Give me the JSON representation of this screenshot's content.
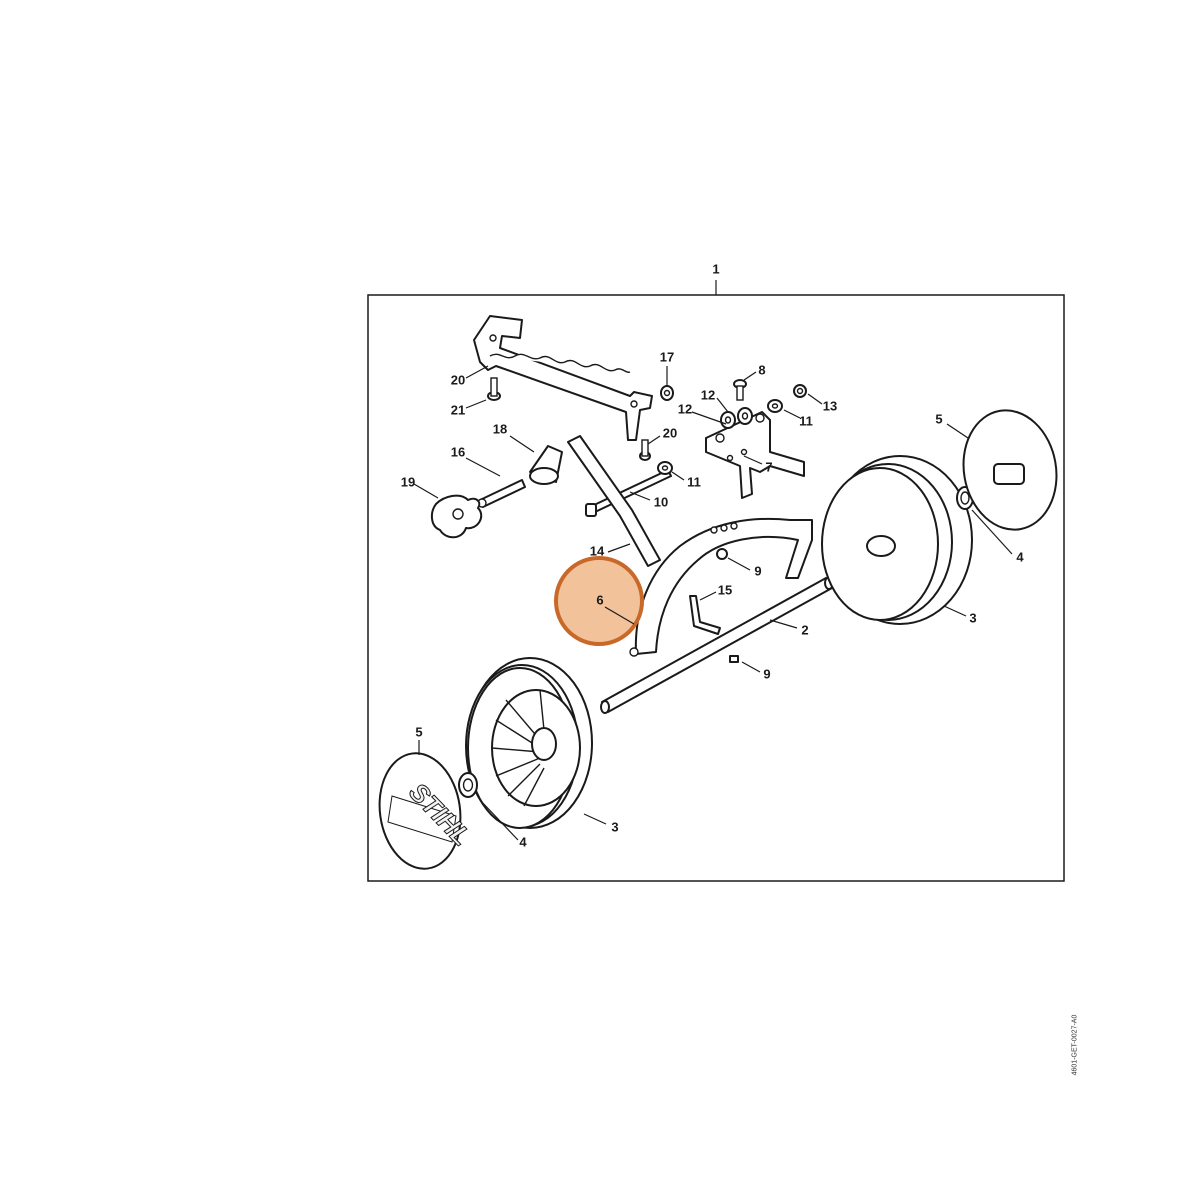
{
  "callouts": {
    "c1": "1",
    "c2": "2",
    "c3a": "3",
    "c3b": "3",
    "c4a": "4",
    "c4b": "4",
    "c5a": "5",
    "c5b": "5",
    "c6": "6",
    "c7": "7",
    "c8": "8",
    "c9a": "9",
    "c9b": "9",
    "c10": "10",
    "c11a": "11",
    "c11b": "11",
    "c12a": "12",
    "c12b": "12",
    "c13": "13",
    "c14": "14",
    "c15": "15",
    "c16": "16",
    "c17": "17",
    "c18": "18",
    "c19": "19",
    "c20a": "20",
    "c20b": "20",
    "c21": "21"
  },
  "logo": "STIHL",
  "document_code": "4601-GET-0027-A0",
  "highlight": {
    "part": "6",
    "color": "#f2c39a"
  }
}
